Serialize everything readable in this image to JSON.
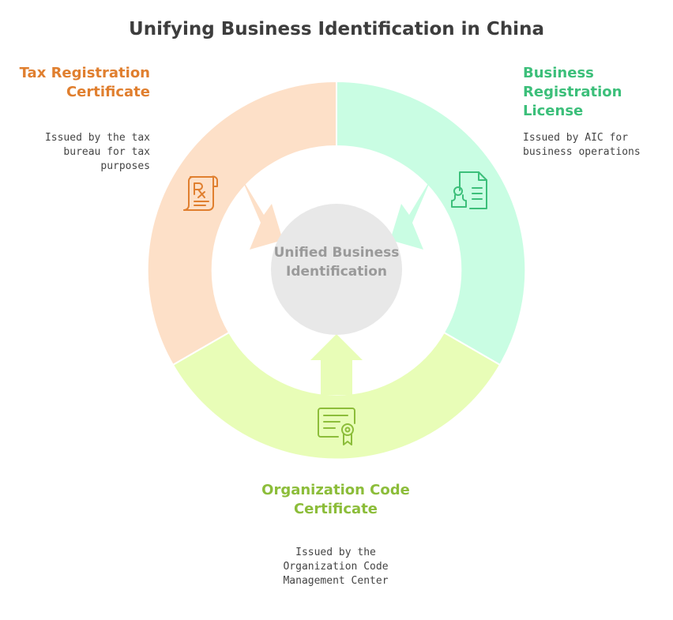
{
  "title": "Unifying Business Identification in China",
  "center": {
    "label": "Unified Business Identification"
  },
  "segments": [
    {
      "id": "tax",
      "title": "Tax Registration Certificate",
      "description": "Issued by the tax bureau for tax purposes",
      "color": "#e07f2f",
      "fill": "#fde0c8",
      "icon": "prescription-scroll-icon"
    },
    {
      "id": "business",
      "title": "Business Registration License",
      "description": "Issued by AIC for business operations",
      "color": "#3cbf7a",
      "fill": "#c9fde3",
      "icon": "license-document-icon"
    },
    {
      "id": "organization",
      "title": "Organization Code Certificate",
      "description": "Issued by the Organization Code Management Center",
      "color": "#8cbd3a",
      "fill": "#e8fdb7",
      "icon": "certificate-icon"
    }
  ],
  "colors": {
    "center_fill": "#e8e8e8",
    "center_text": "#9a9a9a",
    "title": "#3d3d3d"
  }
}
